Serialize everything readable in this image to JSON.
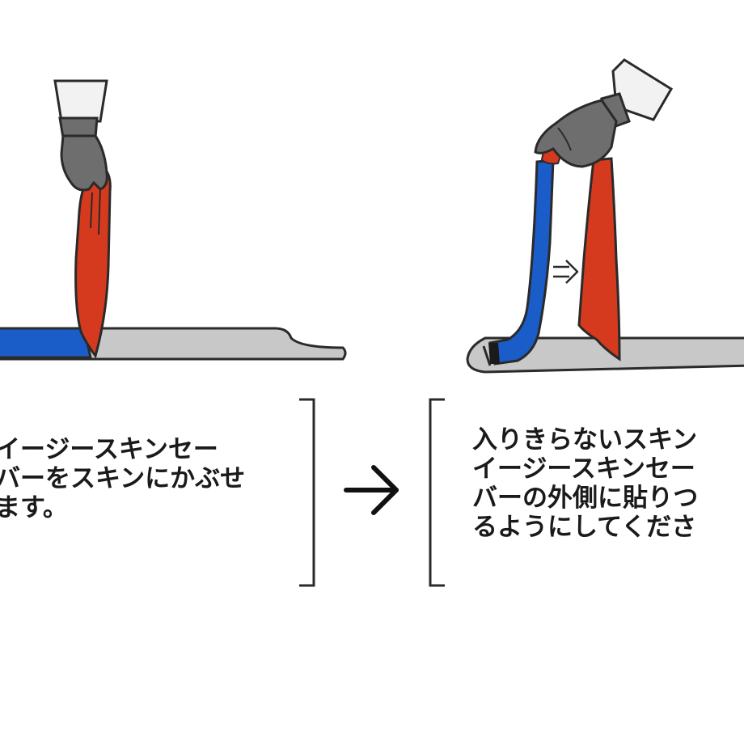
{
  "colors": {
    "blue_skin": "#1a5cc8",
    "red_skin": "#d63a1e",
    "ski_gray": "#c8c8c8",
    "glove_gray": "#6e6e6e",
    "sleeve_white": "#f2f2f2",
    "outline": "#2a2a2a"
  },
  "steps": [
    {
      "text_lines": [
        "イージースキンセー",
        "バーをスキンにかぶせ",
        "ます。"
      ]
    },
    {
      "text_lines": [
        "入りきらないスキン",
        "イージースキンセー",
        "バーの外側に貼りつ",
        "るようにしてくださ"
      ]
    }
  ],
  "transition_arrow": "→",
  "inner_arrow": "⇒"
}
